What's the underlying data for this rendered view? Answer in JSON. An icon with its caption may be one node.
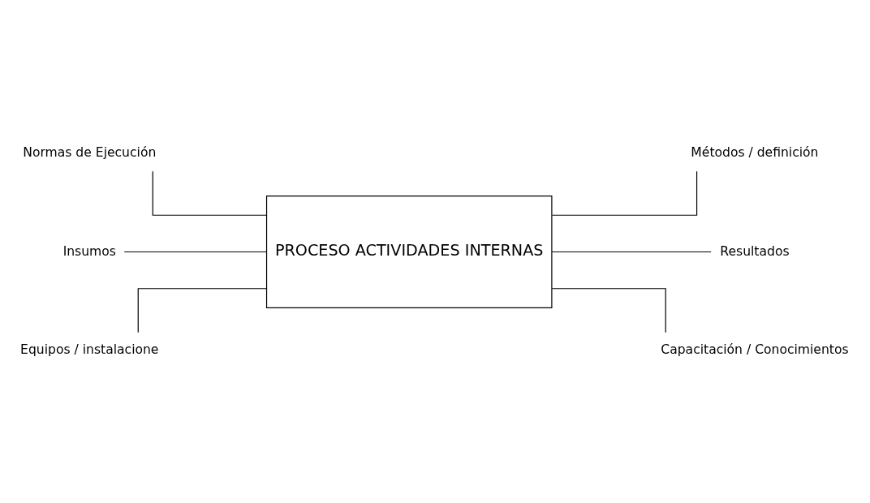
{
  "diagram": {
    "nodes": [
      {
        "text": [
          "Normas de Ejecución"
        ]
      },
      {
        "text": [
          "Métodos / definición"
        ]
      },
      {
        "text": [
          "Insumos"
        ]
      },
      {
        "text": [
          "PROCESO ACTIVIDADES INTERNAS"
        ]
      },
      {
        "text": [
          "Resultados"
        ]
      },
      {
        "text": [
          "Equipos / instalacione"
        ]
      },
      {
        "text": [
          "Capacitación / Conocimientos"
        ]
      }
    ],
    "edges": [
      {
        "from": 0,
        "to": 3,
        "arrow": "none"
      },
      {
        "from": 2,
        "to": 3,
        "arrow": "none"
      },
      {
        "from": 5,
        "to": 3,
        "arrow": "none"
      },
      {
        "from": 3,
        "to": 1,
        "arrow": "none"
      },
      {
        "from": 3,
        "to": 4,
        "arrow": "none"
      },
      {
        "from": 3,
        "to": 6,
        "arrow": "none"
      }
    ]
  }
}
